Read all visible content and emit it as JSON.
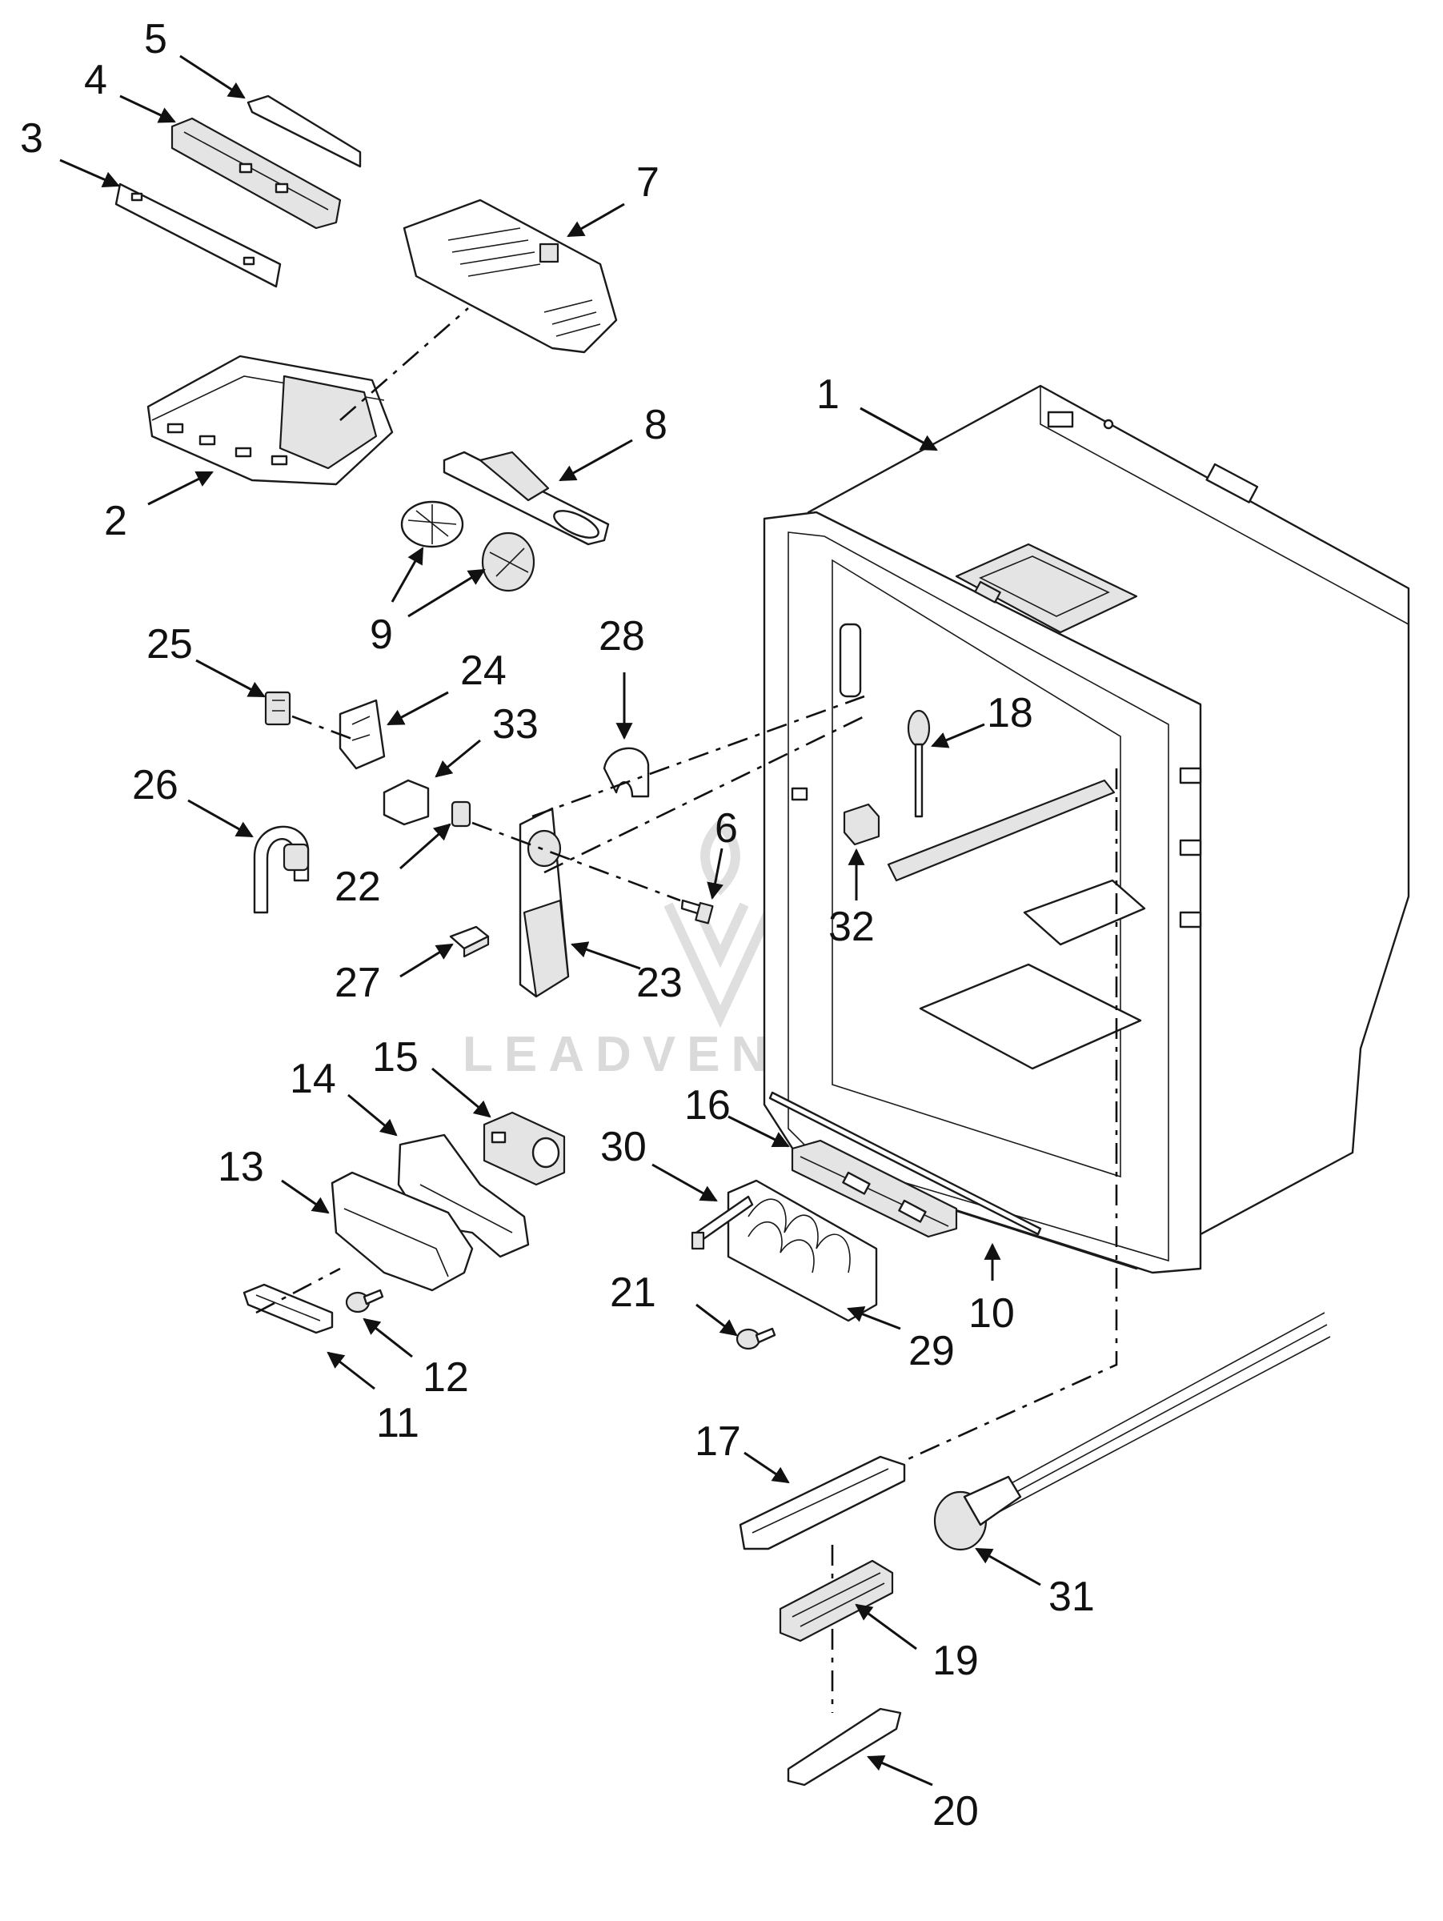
{
  "diagram": {
    "type": "exploded parts diagram",
    "watermark": "LEADVENTURE",
    "callout_labels": [
      "1",
      "2",
      "3",
      "4",
      "5",
      "6",
      "7",
      "8",
      "9",
      "10",
      "11",
      "12",
      "13",
      "14",
      "15",
      "16",
      "17",
      "18",
      "19",
      "20",
      "21",
      "22",
      "23",
      "24",
      "25",
      "26",
      "27",
      "28",
      "29",
      "30",
      "31",
      "32",
      "33"
    ]
  }
}
